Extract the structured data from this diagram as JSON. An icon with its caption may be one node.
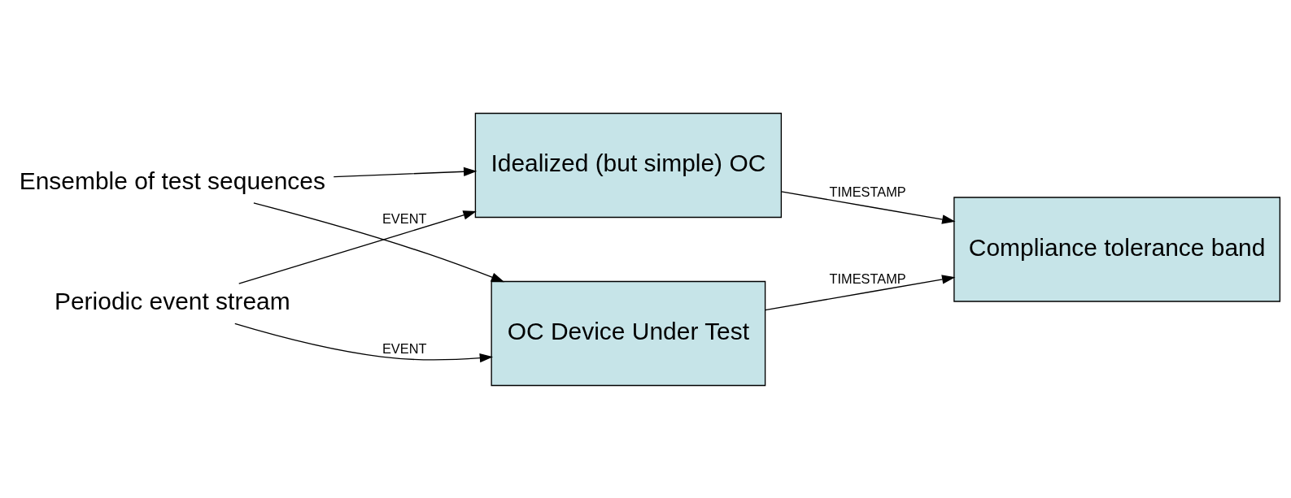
{
  "diagram": {
    "nodes": [
      {
        "text": [
          "Ensemble of test sequences"
        ]
      },
      {
        "text": [
          "Idealized (but simple) OC"
        ]
      },
      {
        "text": [
          "OC Device Under Test"
        ]
      },
      {
        "text": [
          "Periodic event stream"
        ]
      },
      {
        "text": [
          "Compliance tolerance band"
        ]
      }
    ],
    "edges": [
      {
        "from": 0,
        "to": 1,
        "arrow": "to"
      },
      {
        "from": 0,
        "to": 2,
        "arrow": "to"
      },
      {
        "from": 3,
        "to": 1,
        "arrow": "to",
        "label": "EVENT"
      },
      {
        "from": 3,
        "to": 2,
        "arrow": "to",
        "label": "EVENT"
      },
      {
        "from": 1,
        "to": 4,
        "arrow": "to",
        "label": "TIMESTAMP"
      },
      {
        "from": 2,
        "to": 4,
        "arrow": "to",
        "label": "TIMESTAMP"
      }
    ]
  }
}
